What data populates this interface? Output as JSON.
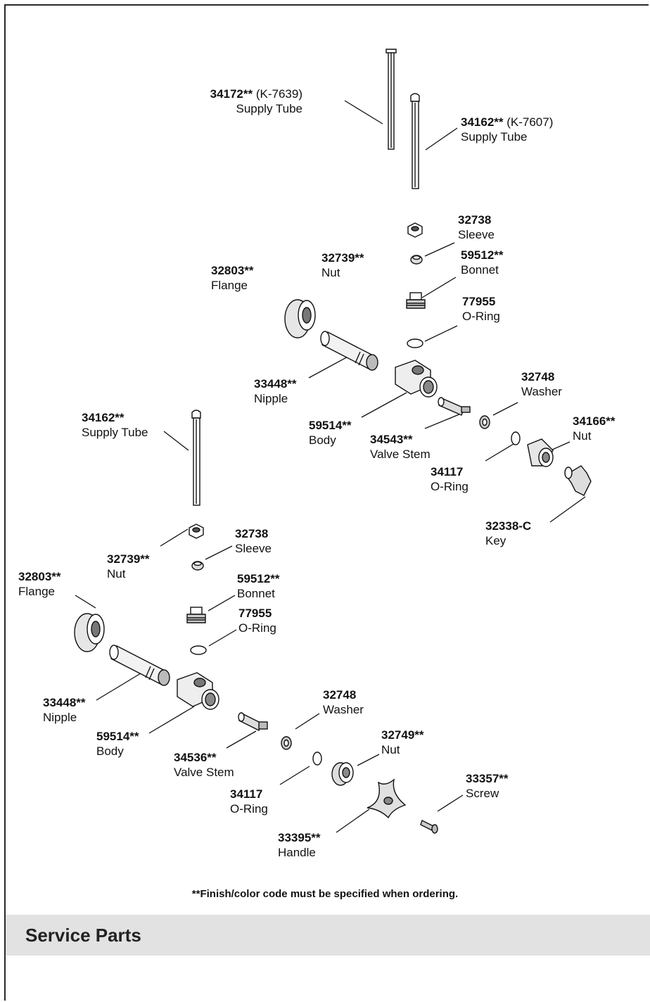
{
  "labels": {
    "supply_tube_k7639": {
      "part": "34172**",
      "extra": " (K-7639)",
      "name": "Supply Tube"
    },
    "supply_tube_k7607": {
      "part": "34162**",
      "extra": " (K-7607)",
      "name": "Supply Tube"
    },
    "sleeve_top": {
      "part": "32738",
      "name": "Sleeve"
    },
    "nut_top": {
      "part": "32739**",
      "name": "Nut"
    },
    "bonnet_top": {
      "part": "59512**",
      "name": "Bonnet"
    },
    "flange_top": {
      "part": "32803**",
      "name": "Flange"
    },
    "oring_top": {
      "part": "77955",
      "name": "O-Ring"
    },
    "nipple_top": {
      "part": "33448**",
      "name": "Nipple"
    },
    "washer_top": {
      "part": "32748",
      "name": "Washer"
    },
    "body_top": {
      "part": "59514**",
      "name": "Body"
    },
    "nut_34166": {
      "part": "34166**",
      "name": "Nut"
    },
    "valve_stem_34543": {
      "part": "34543**",
      "name": "Valve Stem"
    },
    "oring_34117_top": {
      "part": "34117",
      "name": "O-Ring"
    },
    "key": {
      "part": "32338-C",
      "name": "Key"
    },
    "supply_tube_bottom": {
      "part": "34162**",
      "name": "Supply Tube"
    },
    "sleeve_bottom": {
      "part": "32738",
      "name": "Sleeve"
    },
    "nut_bottom": {
      "part": "32739**",
      "name": "Nut"
    },
    "flange_bottom": {
      "part": "32803**",
      "name": "Flange"
    },
    "bonnet_bottom": {
      "part": "59512**",
      "name": "Bonnet"
    },
    "oring_bottom": {
      "part": "77955",
      "name": "O-Ring"
    },
    "nipple_bottom": {
      "part": "33448**",
      "name": "Nipple"
    },
    "washer_bottom": {
      "part": "32748",
      "name": "Washer"
    },
    "body_bottom": {
      "part": "59514**",
      "name": "Body"
    },
    "nut_32749": {
      "part": "32749**",
      "name": "Nut"
    },
    "valve_stem_34536": {
      "part": "34536**",
      "name": "Valve Stem"
    },
    "screw": {
      "part": "33357**",
      "name": "Screw"
    },
    "oring_34117_bottom": {
      "part": "34117",
      "name": "O-Ring"
    },
    "handle": {
      "part": "33395**",
      "name": "Handle"
    }
  },
  "footnote": "**Finish/color code must be specified when ordering.",
  "section_title": "Service Parts"
}
